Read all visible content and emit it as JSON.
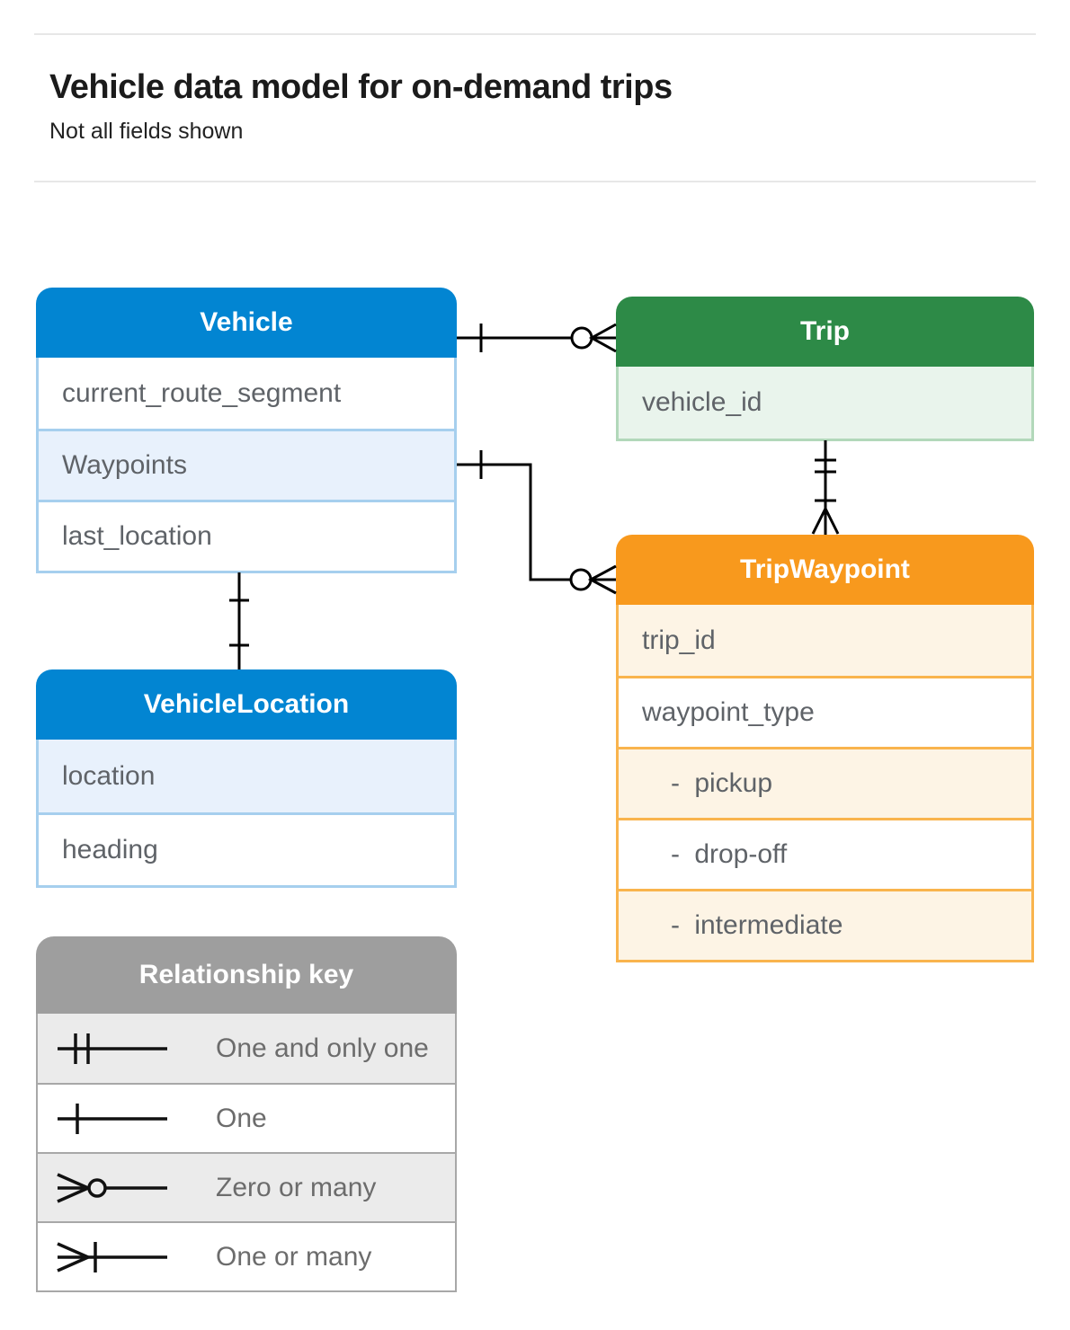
{
  "page": {
    "title": "Vehicle data model for on-demand trips",
    "subtitle": "Not all fields shown"
  },
  "entities": {
    "vehicle": {
      "title": "Vehicle",
      "fields": [
        "current_route_segment",
        "Waypoints",
        "last_location"
      ]
    },
    "trip": {
      "title": "Trip",
      "fields": [
        "vehicle_id"
      ]
    },
    "trip_waypoint": {
      "title": "TripWaypoint",
      "fields": [
        "trip_id",
        "waypoint_type",
        "- pickup",
        "- drop-off",
        "- intermediate"
      ]
    },
    "vehicle_location": {
      "title": "VehicleLocation",
      "fields": [
        "location",
        "heading"
      ]
    }
  },
  "legend": {
    "title": "Relationship key",
    "items": [
      {
        "symbol": "one-and-only-one",
        "label": "One and only one"
      },
      {
        "symbol": "one",
        "label": "One"
      },
      {
        "symbol": "zero-or-many",
        "label": "Zero or many"
      },
      {
        "symbol": "one-or-many",
        "label": "One or many"
      }
    ]
  },
  "relationships": [
    {
      "from": "Vehicle",
      "to": "Trip",
      "from_cardinality": "One",
      "to_cardinality": "Zero or many"
    },
    {
      "from": "Vehicle.Waypoints",
      "to": "TripWaypoint",
      "from_cardinality": "One",
      "to_cardinality": "Zero or many"
    },
    {
      "from": "Trip",
      "to": "TripWaypoint",
      "from_cardinality": "One and only one",
      "to_cardinality": "One or many"
    },
    {
      "from": "Vehicle",
      "to": "VehicleLocation",
      "from_cardinality": "One",
      "to_cardinality": "One"
    }
  ],
  "colors": {
    "vehicle_header": "#0285d2",
    "vehicle_row_tint": "#e8f1fc",
    "vehicle_border": "#a6cfee",
    "trip_header": "#2d8a47",
    "trip_row_tint": "#e9f4ec",
    "trip_border": "#b2d8ba",
    "trip_waypoint_header": "#f8991d",
    "trip_waypoint_row_tint": "#fdf4e5",
    "trip_waypoint_border": "#f9b44d",
    "legend_header": "#9e9e9e",
    "legend_row_tint": "#ebebeb",
    "connector": "#000000",
    "field_text": "#5f6368"
  }
}
